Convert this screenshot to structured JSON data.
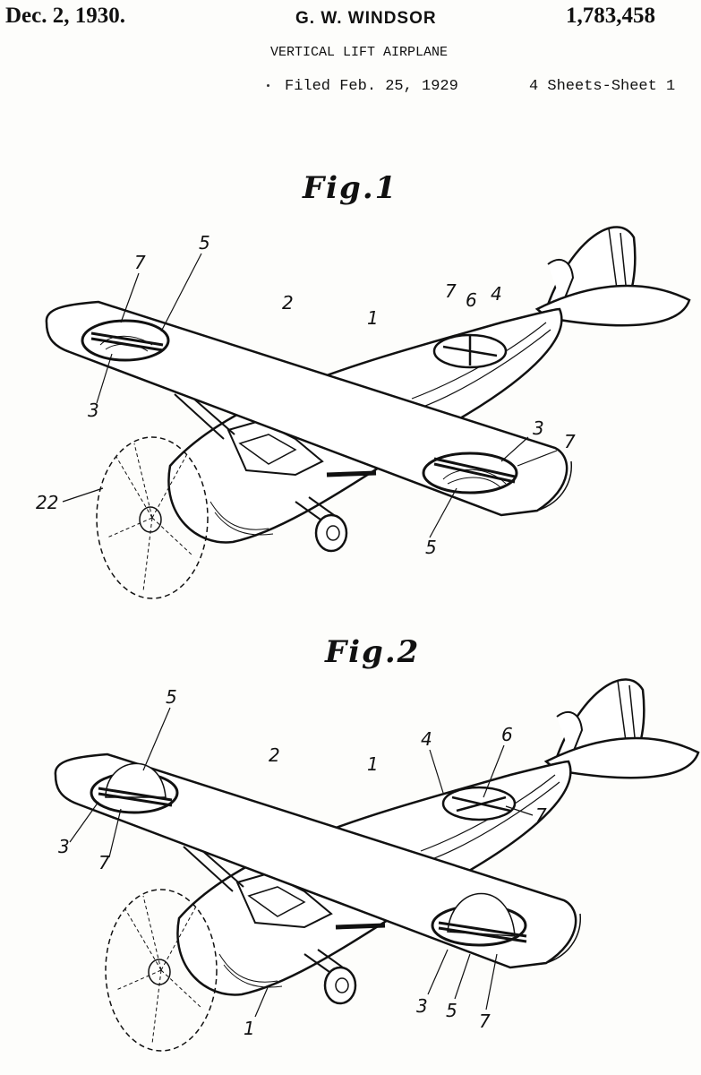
{
  "header": {
    "date": "Dec. 2, 1930.",
    "inventor": "G. W. WINDSOR",
    "patent_number": "1,783,458",
    "title": "VERTICAL LIFT AIRPLANE",
    "filed": "Filed Feb. 25, 1929",
    "sheet": "4 Sheets-Sheet 1"
  },
  "figures": [
    {
      "label": "Fig.1",
      "refs": [
        "7",
        "5",
        "2",
        "1",
        "7",
        "6",
        "4",
        "3",
        "3",
        "7",
        "22",
        "5"
      ]
    },
    {
      "label": "Fig.2",
      "refs": [
        "5",
        "2",
        "1",
        "4",
        "6",
        "7",
        "3",
        "7",
        "3",
        "5",
        "7",
        "1"
      ]
    }
  ]
}
